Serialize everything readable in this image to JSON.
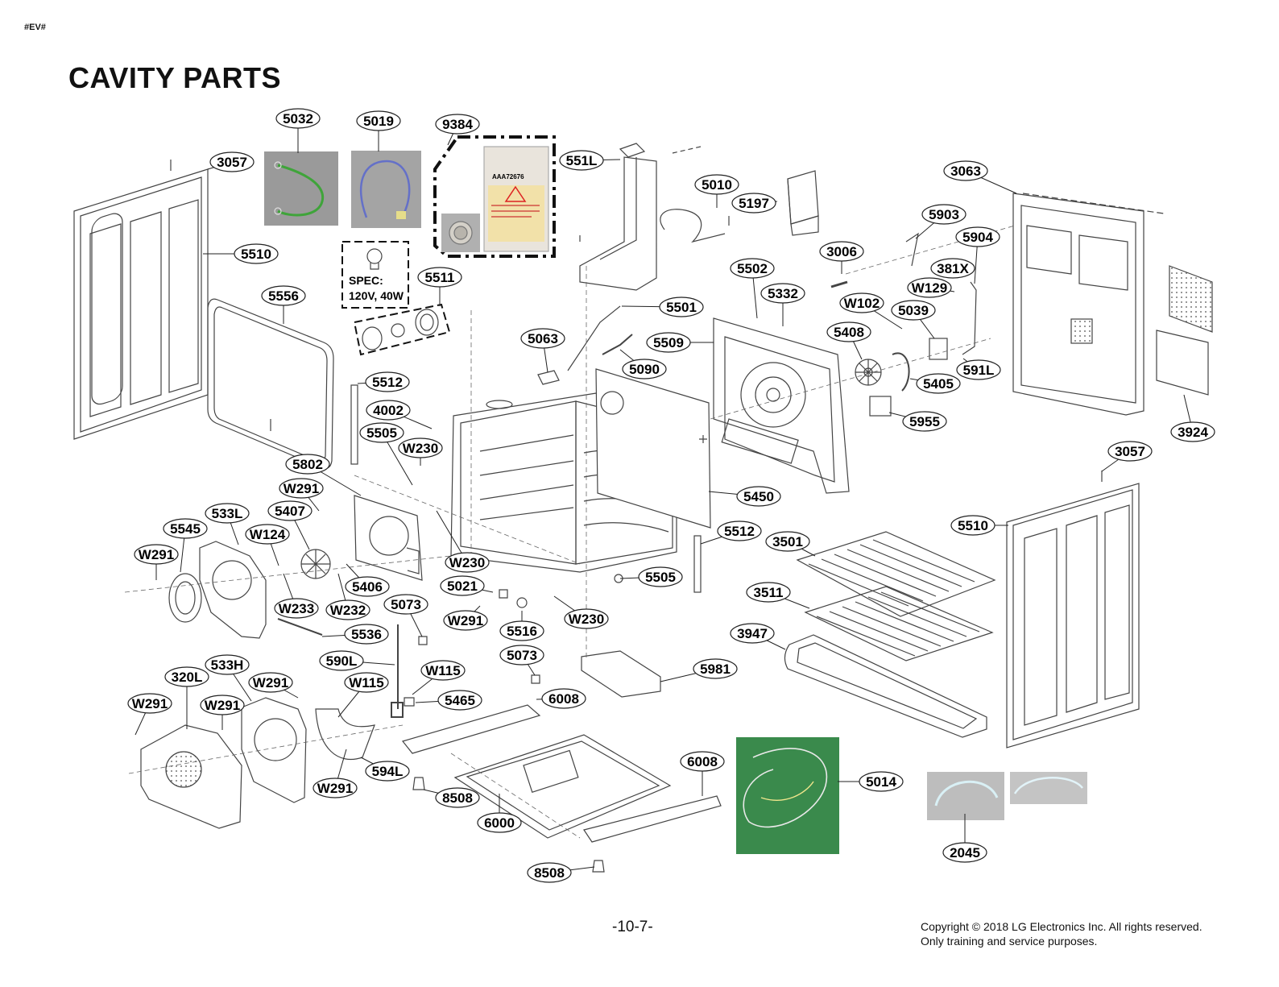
{
  "header": {
    "tag": "#EV#",
    "title": "CAVITY PARTS"
  },
  "spec": {
    "line1": "SPEC:",
    "line2": "120V, 40W"
  },
  "photo_label": "AAA72676",
  "callouts": [
    "5032",
    "5019",
    "9384",
    "3057",
    "551L",
    "5010",
    "5197",
    "3063",
    "5510",
    "5903",
    "5904",
    "3006",
    "5502",
    "381X",
    "5556",
    "5511",
    "W129",
    "5332",
    "W102",
    "5039",
    "5501",
    "5063",
    "5509",
    "5408",
    "5090",
    "591L",
    "5405",
    "5512",
    "4002",
    "5955",
    "5505",
    "W230",
    "3924",
    "5802",
    "3057",
    "W291",
    "5407",
    "533L",
    "5450",
    "5545",
    "W124",
    "5510",
    "5512",
    "3501",
    "W291",
    "5406",
    "W230",
    "5505",
    "W233",
    "W232",
    "5021",
    "3511",
    "5073",
    "W291",
    "W230",
    "5536",
    "5516",
    "3947",
    "590L",
    "5073",
    "W115",
    "5981",
    "533H",
    "320L",
    "W291",
    "W115",
    "5465",
    "6008",
    "W291",
    "W291",
    "594L",
    "6008",
    "5014",
    "W291",
    "8508",
    "6000",
    "2045",
    "8508"
  ],
  "footer": {
    "page": "-10-7-",
    "copyright_line1": "Copyright © 2018 LG Electronics Inc. All rights reserved.",
    "copyright_line2": "Only training and service purposes."
  }
}
